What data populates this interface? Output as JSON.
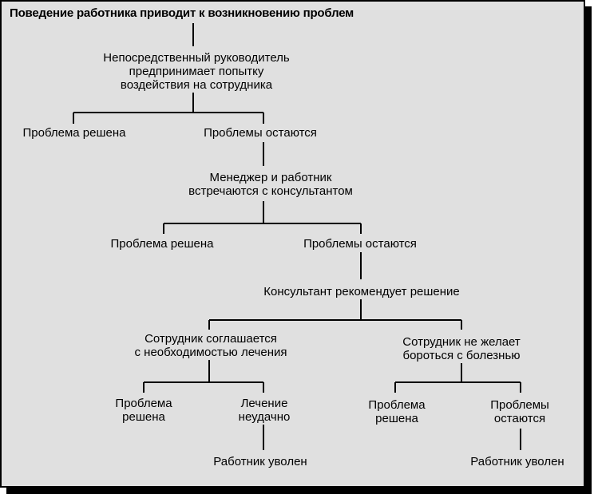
{
  "title": "Поведение работника приводит к возникновению проблем",
  "nodes": {
    "supervisor_attempt": "Непосредственный руководитель\nпредпринимает попытку\nвоздействия на сотрудника",
    "solved_1": "Проблема решена",
    "remain_1": "Проблемы остаются",
    "meet_consultant": "Менеджер и работник\nвстречаются с консультантом",
    "solved_2": "Проблема решена",
    "remain_2": "Проблемы остаются",
    "consultant_recommends": "Консультант рекомендует решение",
    "agrees_treatment": "Сотрудник соглашается\nс необходимостью лечения",
    "refuses_fight": "Сотрудник не желает\nбороться с болезнью",
    "solved_3": "Проблема\nрешена",
    "treatment_failed": "Лечение\nнеудачно",
    "solved_4": "Проблема\nрешена",
    "remain_3": "Проблемы\nостаются",
    "fired_1": "Работник уволен",
    "fired_2": "Работник уволен"
  },
  "colors": {
    "background": "#e0e0e0",
    "line": "#000000",
    "shadow": "#000000"
  }
}
